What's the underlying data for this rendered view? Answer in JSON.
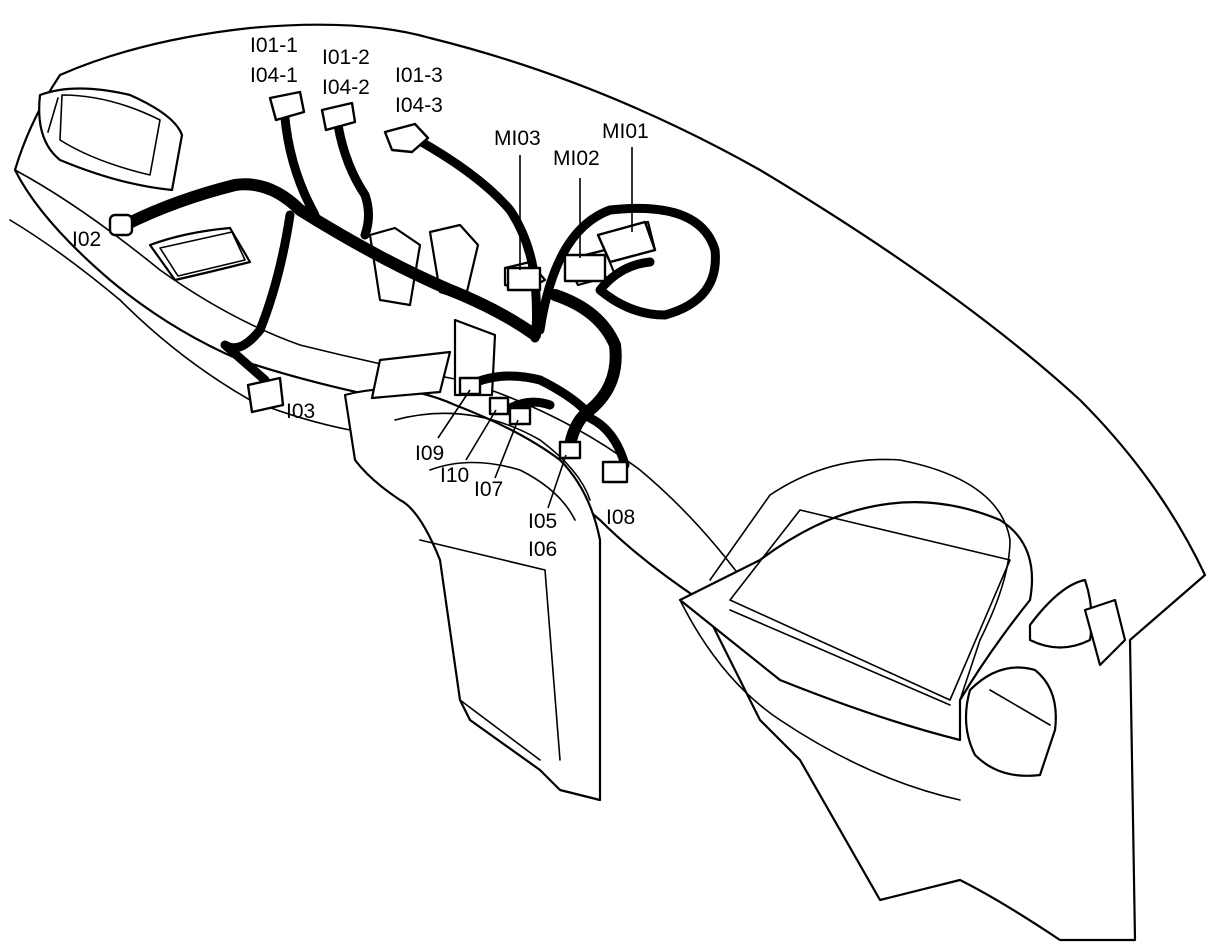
{
  "labels": {
    "i01_1": "I01-1",
    "i04_1": "I04-1",
    "i01_2": "I01-2",
    "i04_2": "I04-2",
    "i01_3": "I01-3",
    "i04_3": "I04-3",
    "mi03": "MI03",
    "mi02": "MI02",
    "mi01": "MI01",
    "i02": "I02",
    "i03": "I03",
    "i09": "I09",
    "i10": "I10",
    "i07": "I07",
    "i05": "I05",
    "i06": "I06",
    "i08": "I08"
  },
  "colors": {
    "line": "#000000",
    "background": "#ffffff"
  }
}
